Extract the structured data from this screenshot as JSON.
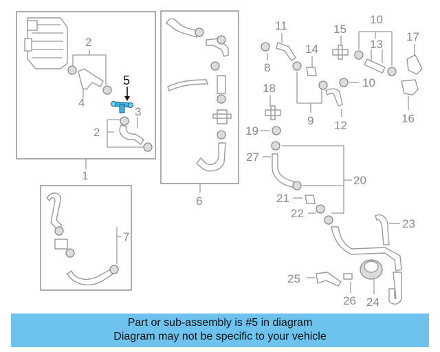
{
  "callouts": [
    "1",
    "2",
    "3",
    "4",
    "5",
    "6",
    "7",
    "8",
    "9",
    "10",
    "11",
    "12",
    "13",
    "14",
    "15",
    "16",
    "17",
    "18",
    "19",
    "20",
    "21",
    "22",
    "23",
    "24",
    "25",
    "26",
    "27"
  ],
  "callout_2_second": "2",
  "callout_10_second": "10",
  "highlighted_part": "5",
  "colors": {
    "highlight": "#3ab0e2",
    "banner_bg": "#6ec3ee",
    "line": "#9a9a9a"
  },
  "banner": {
    "line1": "Part or sub-assembly is #5 in diagram",
    "line2": "Diagram may not be specific to your vehicle"
  }
}
